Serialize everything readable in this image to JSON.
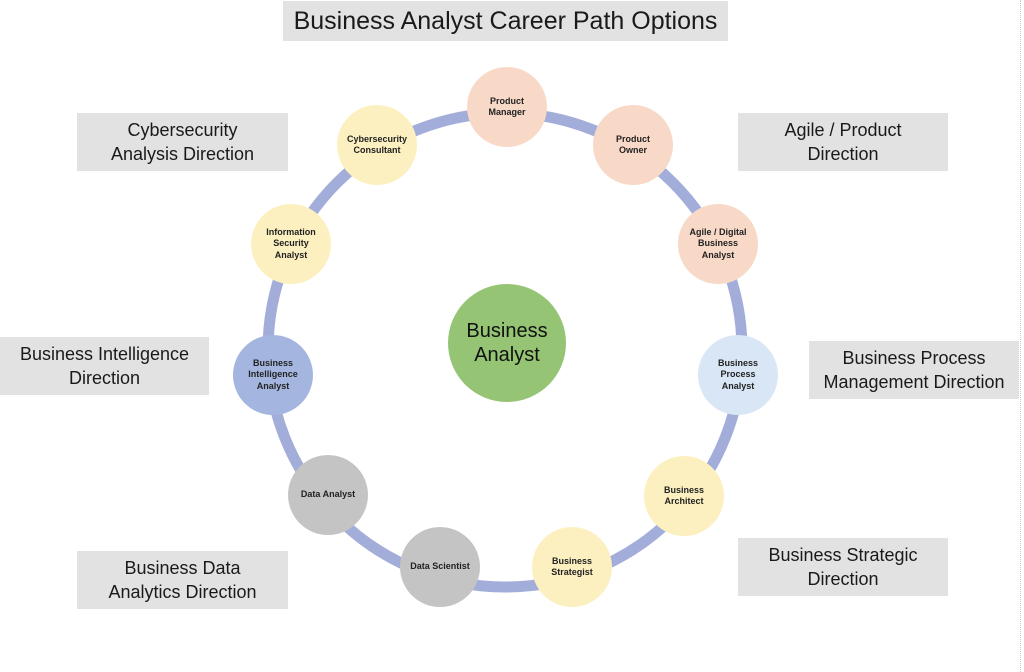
{
  "title": "Business Analyst Career Path Options",
  "center": {
    "label": "Business\nAnalyst",
    "color": "#94c474"
  },
  "ring_color": "#a3add9",
  "directions": [
    {
      "id": "cybersecurity",
      "label": "Cybersecurity\nAnalysis Direction"
    },
    {
      "id": "agile-product",
      "label": "Agile / Product\nDirection"
    },
    {
      "id": "business-intelligence",
      "label": "Business Intelligence\nDirection"
    },
    {
      "id": "business-process",
      "label": "Business Process\nManagement Direction"
    },
    {
      "id": "business-data-analytics",
      "label": "Business Data\nAnalytics Direction"
    },
    {
      "id": "business-strategic",
      "label": "Business Strategic\nDirection"
    }
  ],
  "nodes": [
    {
      "id": "product-manager",
      "label": "Product\nManager",
      "color": "#f8d9c8"
    },
    {
      "id": "product-owner",
      "label": "Product\nOwner",
      "color": "#f8d9c8"
    },
    {
      "id": "agile-digital-ba",
      "label": "Agile / Digital\nBusiness\nAnalyst",
      "color": "#f8d9c8"
    },
    {
      "id": "business-process-analyst",
      "label": "Business\nProcess\nAnalyst",
      "color": "#d8e6f6"
    },
    {
      "id": "business-architect",
      "label": "Business\nArchitect",
      "color": "#fdf0c0"
    },
    {
      "id": "business-strategist",
      "label": "Business\nStrategist",
      "color": "#fdf0c0"
    },
    {
      "id": "data-scientist",
      "label": "Data Scientist",
      "color": "#c4c4c4"
    },
    {
      "id": "data-analyst",
      "label": "Data Analyst",
      "color": "#c4c4c4"
    },
    {
      "id": "bi-analyst",
      "label": "Business\nIntelligence\nAnalyst",
      "color": "#a4b6e0"
    },
    {
      "id": "info-security-analyst",
      "label": "Information\nSecurity\nAnalyst",
      "color": "#fdf0c0"
    },
    {
      "id": "cybersecurity-consultant",
      "label": "Cybersecurity\nConsultant",
      "color": "#fdf0c0"
    }
  ]
}
